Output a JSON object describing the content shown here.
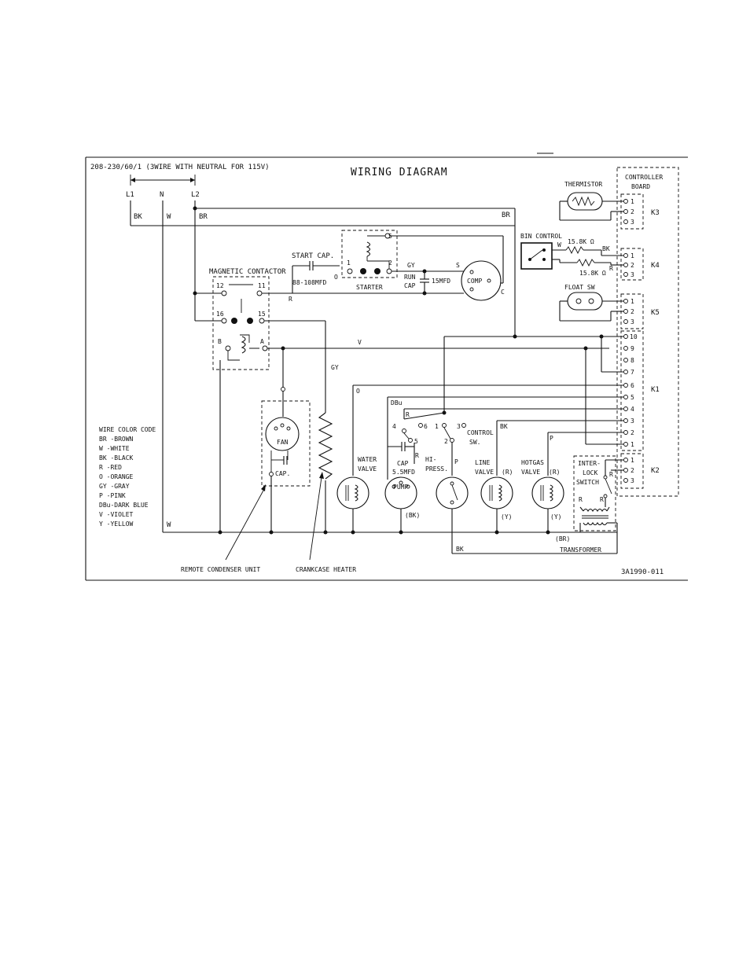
{
  "diagram": {
    "title": "WIRING DIAGRAM",
    "supply": "208-230/60/1 (3WIRE WITH NEUTRAL FOR 115V)",
    "lines": {
      "l1": "L1",
      "n": "N",
      "l2": "L2"
    },
    "drawing_number": "3A1990-011",
    "labels": {
      "start_cap": "START CAP.",
      "start_cap_rating": "88-108MFD",
      "starter": "STARTER",
      "run_cap_line1": "RUN",
      "run_cap_line2": "CAP",
      "run_cap_rating": "15MFD",
      "comp": "COMP",
      "magnetic_contactor": "MAGNETIC CONTACTOR",
      "thermistor": "THERMISTOR",
      "bin_control": "BIN CONTROL",
      "bin_r1": "15.8K Ω",
      "bin_r2": "15.8K Ω",
      "float_sw": "FLOAT SW",
      "controller_line1": "CONTROLLER",
      "controller_line2": "BOARD",
      "fan": "FAN",
      "cap": "CAP.",
      "water_valve_1": "WATER",
      "water_valve_2": "VALVE",
      "pump_cap_1": "CAP",
      "pump_cap_2": "5.5MFD",
      "pump": "PUMP",
      "hipress_1": "HI-",
      "hipress_2": "PRESS.",
      "line_valve_1": "LINE",
      "line_valve_2": "VALVE",
      "hotgas_valve_1": "HOTGAS",
      "hotgas_valve_2": "VALVE",
      "control_sw_1": "CONTROL",
      "control_sw_2": "SW.",
      "interlock_1": "INTER-",
      "interlock_2": "LOCK",
      "interlock_3": "SWITCH",
      "transformer": "TRANSFORMER",
      "remote_condenser": "REMOTE CONDENSER UNIT",
      "crankcase_heater": "CRANKCASE HEATER"
    },
    "connectors": [
      "K3",
      "K4",
      "K5",
      "K1",
      "K2"
    ],
    "wire_color_code": {
      "title": "WIRE COLOR CODE",
      "entries": [
        "BR -BROWN",
        "W  -WHITE",
        "BK -BLACK",
        "R  -RED",
        "O  -ORANGE",
        "GY -GRAY",
        "P  -PINK",
        "DBu-DARK BLUE",
        "V  -VIOLET",
        "Y  -YELLOW"
      ]
    },
    "wire_tags": {
      "bk": "BK",
      "w": "W",
      "br": "BR",
      "r": "R",
      "o": "O",
      "gy": "GY",
      "v": "V",
      "p": "P",
      "dbu": "DBu",
      "bk_paren": "(BK)",
      "r_paren": "(R)",
      "y_paren": "(Y)",
      "br_paren": "(BR)"
    },
    "numbers": {
      "n1": "1",
      "n2": "2",
      "n3": "3",
      "n4": "4",
      "n5": "5",
      "n6": "6",
      "n7": "7",
      "n8": "8",
      "n9": "9",
      "n10": "10",
      "n11": "11",
      "n12": "12",
      "n15": "15",
      "n16": "16",
      "a": "A",
      "b": "B",
      "s": "S",
      "c": "C"
    }
  }
}
